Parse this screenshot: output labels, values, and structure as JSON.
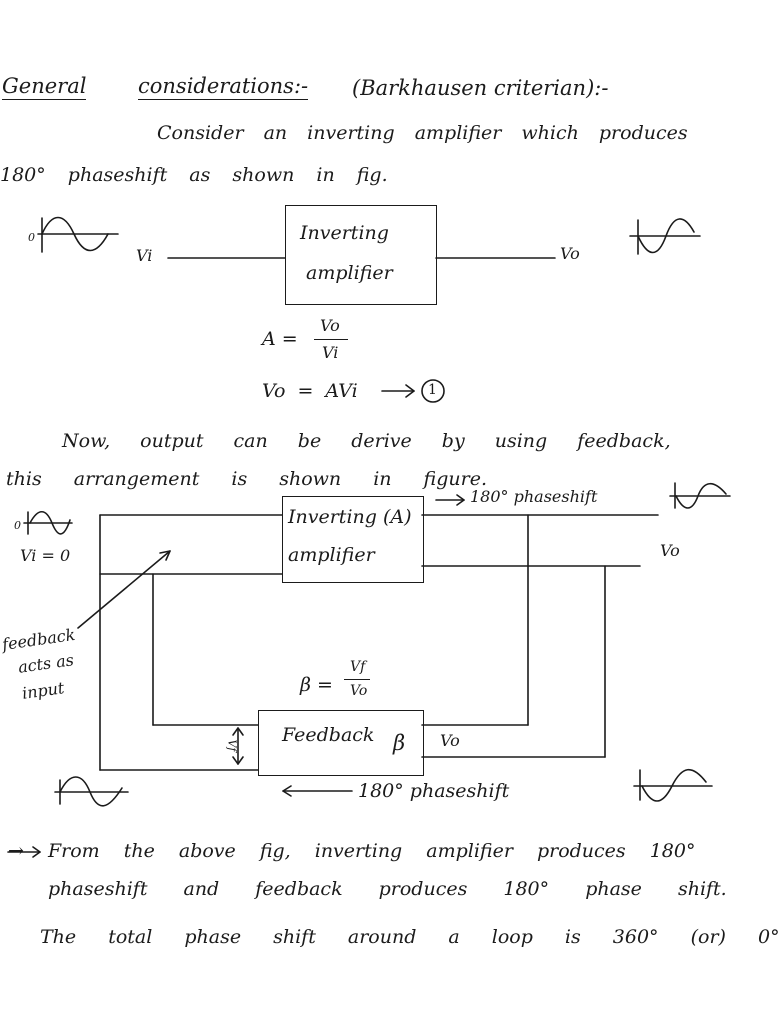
{
  "heading": {
    "general": "General",
    "considerations": "considerations:-",
    "criterion": "(Barkhausen criterian):-"
  },
  "intro": {
    "line1": "Consider an inverting amplifier which produces",
    "line2": "180° phaseshift as shown in fig."
  },
  "fig1": {
    "box_line1": "Inverting",
    "box_line2": "amplifier",
    "input_label": "Vi",
    "output_label": "Vo",
    "origin_label": "0"
  },
  "equations": {
    "gain_lhs": "A =",
    "gain_num": "Vo",
    "gain_den": "Vi",
    "output_eq": "Vo = AVi",
    "eq_number": "1"
  },
  "middle": {
    "line1": "Now, output can be derive by using feedback,",
    "line2": "this arrangement is shown in figure."
  },
  "fig2": {
    "phase_top": "180° phaseshift",
    "amp_line1": "Inverting (A)",
    "amp_line2": "amplifier",
    "vi_zero": "Vi = 0",
    "vo_label": "Vo",
    "note_line1": "feedback",
    "note_line2": "acts as",
    "note_line3": "input",
    "beta_eq_lhs": "β =",
    "beta_num": "Vf",
    "beta_den": "Vo",
    "feedback_box": "Feedback",
    "beta_symbol": "β",
    "feedback_vo": "Vo",
    "vf_label": "Vf",
    "phase_bottom": "180° phaseshift",
    "origin_label": "0"
  },
  "conclusion": {
    "line1": "→ From the above fig, inverting amplifier produces 180°",
    "line2": "phaseshift and feedback produces 180° phase shift.",
    "line3": "The total phase shift around a loop is 360° (or) 0°"
  }
}
